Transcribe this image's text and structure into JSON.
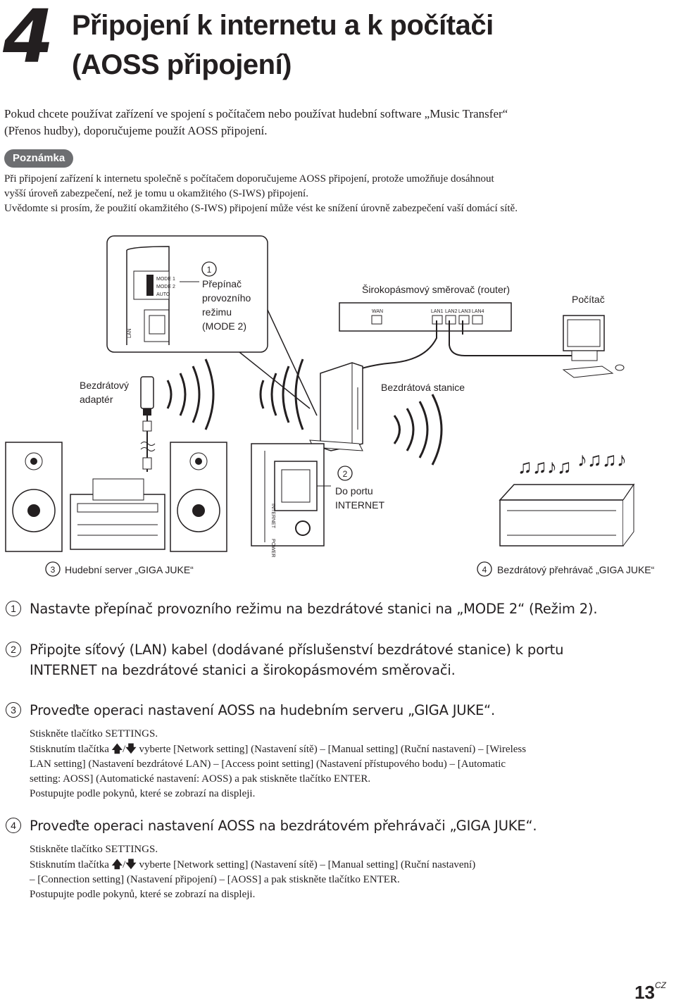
{
  "chapter": {
    "number": "4",
    "title_line1": "Připojení k internetu a k počítači",
    "title_line2": "(AOSS připojení)"
  },
  "intro": {
    "line1": "Pokud chcete používat zařízení ve spojení s počítačem nebo používat hudební software „Music Transfer“",
    "line2": "(Přenos hudby), doporučujeme použít AOSS připojení."
  },
  "note": {
    "label": "Poznámka",
    "line1": "Při připojení zařízení k internetu společně s počítačem doporučujeme AOSS připojení, protože umožňuje dosáhnout",
    "line2": "vyšší úroveň zabezpečení, než je tomu u okamžitého (S-IWS) připojení.",
    "line3": "Uvědomte si prosím, že použití okamžitého (S-IWS) připojení může vést ke snížení úrovně zabezpečení vaší domácí sítě."
  },
  "diagram": {
    "callout1_num": "1",
    "callout1_line1": "Přepínač",
    "callout1_line2": "provozního",
    "callout1_line3": "režimu",
    "callout1_line4": "(MODE 2)",
    "switch_mode1": "MODE 1",
    "switch_mode2": "MODE 2",
    "switch_auto": "AUTO",
    "lan_port_label": "LAN",
    "router_label": "Širokopásmový směrovač (router)",
    "router_wan": "WAN",
    "router_lan1": "LAN1",
    "router_lan2": "LAN2",
    "router_lan3": "LAN3",
    "router_lan4": "LAN4",
    "computer_label": "Počítač",
    "adapter_line1": "Bezdrátový",
    "adapter_line2": "adaptér",
    "station_label": "Bezdrátová stanice",
    "callout2_num": "2",
    "callout2_line1": "Do portu",
    "callout2_line2": "INTERNET",
    "internet_port_label": "INTERNET",
    "power_port_label": "POWER",
    "server_num": "3",
    "server_label": "Hudební server „GIGA JUKE“",
    "player_num": "4",
    "player_label": "Bezdrátový přehrávač „GIGA JUKE“"
  },
  "steps": [
    {
      "num": "1",
      "text": "Nastavte přepínač provozního režimu na bezdrátové stanici na „MODE 2“ (Režim 2)."
    },
    {
      "num": "2",
      "text_line1": "Připojte síťový (LAN) kabel (dodávané příslušenství bezdrátové stanice) k portu",
      "text_line2": "INTERNET na bezdrátové stanici a širokopásmovém směrovači."
    },
    {
      "num": "3",
      "text": "Proveďte operaci nastavení AOSS na hudebním serveru „GIGA JUKE“.",
      "sub1": "Stiskněte tlačítko SETTINGS.",
      "sub2a": "Stisknutím tlačítka",
      "sub2b": "vyberte [Network setting] (Nastavení sítě) – [Manual setting] (Ruční nastavení) – [Wireless",
      "sub3": "LAN setting] (Nastavení bezdrátové LAN) – [Access point setting] (Nastavení přístupového bodu) – [Automatic",
      "sub4": "setting: AOSS] (Automatické nastavení: AOSS) a pak stiskněte tlačítko ENTER.",
      "sub5": "Postupujte podle pokynů, které se zobrazí na displeji."
    },
    {
      "num": "4",
      "text": "Proveďte operaci nastavení AOSS na bezdrátovém přehrávači „GIGA JUKE“.",
      "sub1": "Stiskněte tlačítko SETTINGS.",
      "sub2a": "Stisknutím tlačítka",
      "sub2b": "vyberte [Network setting] (Nastavení sítě) – [Manual setting] (Ruční nastavení)",
      "sub3": "– [Connection setting] (Nastavení připojení) – [AOSS] a pak stiskněte tlačítko ENTER.",
      "sub4": "Postupujte podle pokynů, které se zobrazí na displeji."
    }
  ],
  "arrows": {
    "up": "🡅",
    "sep": "/",
    "down": "🡇"
  },
  "page": {
    "number": "13",
    "lang": "CZ"
  }
}
